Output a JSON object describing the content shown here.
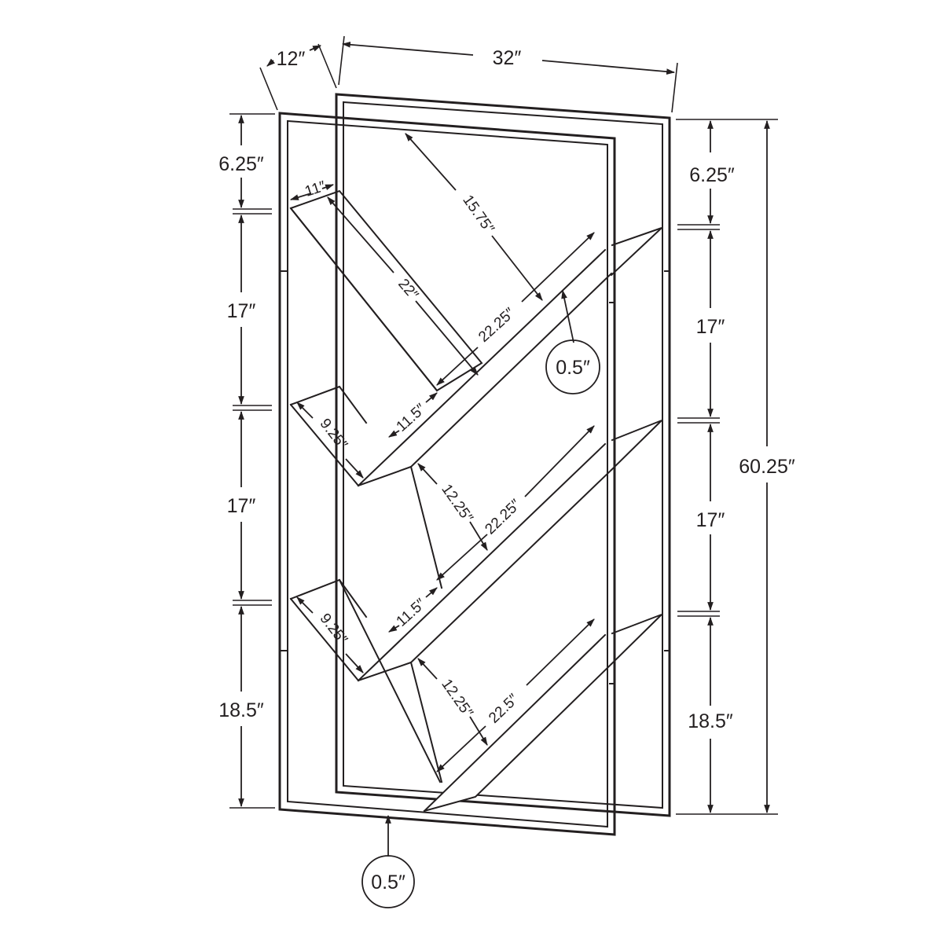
{
  "diagram": {
    "width_label": "32″",
    "depth_label": "12″",
    "height_label": "60.25″",
    "left": {
      "top_gap": "6.25″",
      "gap_1": "17″",
      "gap_2": "17″",
      "gap_3": "18.5″"
    },
    "right": {
      "top_gap": "6.25″",
      "gap_1": "17″",
      "gap_2": "17″",
      "gap_3": "18.5″"
    },
    "shelves": {
      "top_depth": "11″",
      "top_long_left": "22″",
      "diag_top": "15.75″",
      "long_1": "22.25″",
      "short_1": "11.5″",
      "depth_1": "9.25″",
      "mid_1": "12.25″",
      "long_2": "22.25″",
      "short_2": "11.5″",
      "depth_2": "9.25″",
      "mid_2": "12.25″",
      "long_3": "22.5″"
    },
    "thickness_top": "0.5″",
    "thickness_bottom": "0.5″"
  }
}
